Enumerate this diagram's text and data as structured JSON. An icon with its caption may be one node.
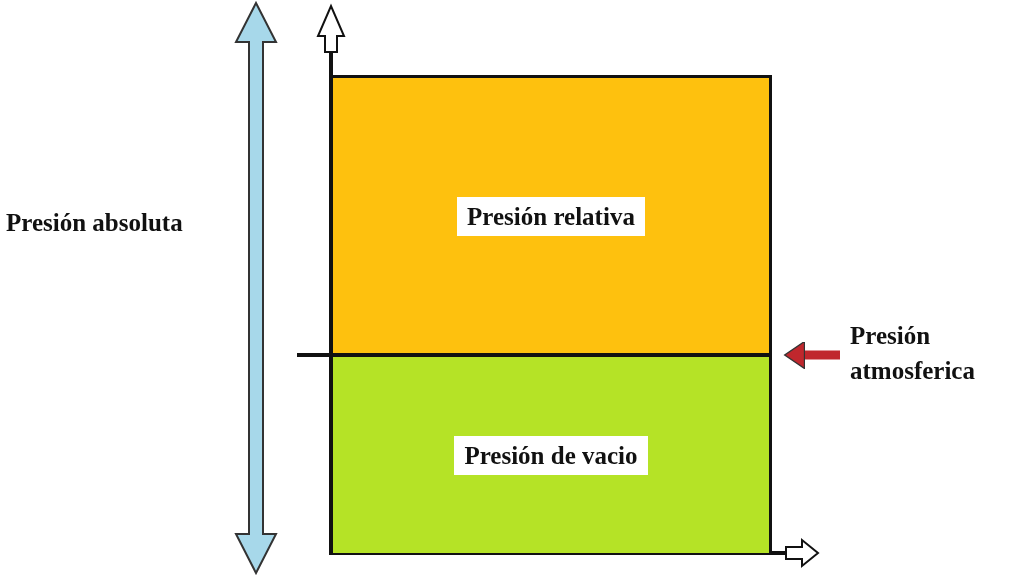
{
  "diagram": {
    "nodes": [
      {
        "text": [
          "Presión relativa"
        ]
      },
      {
        "text": [
          "Presión de vacio"
        ]
      },
      {
        "text": [
          "Presión absoluta"
        ]
      },
      {
        "text": [
          "Presión atmosferica"
        ]
      },
      {
        "text": [],
        "shape": "bar"
      }
    ],
    "edges": [
      {
        "from": 3,
        "to": 4,
        "arrow": "to",
        "color": "#c0272d"
      }
    ]
  }
}
